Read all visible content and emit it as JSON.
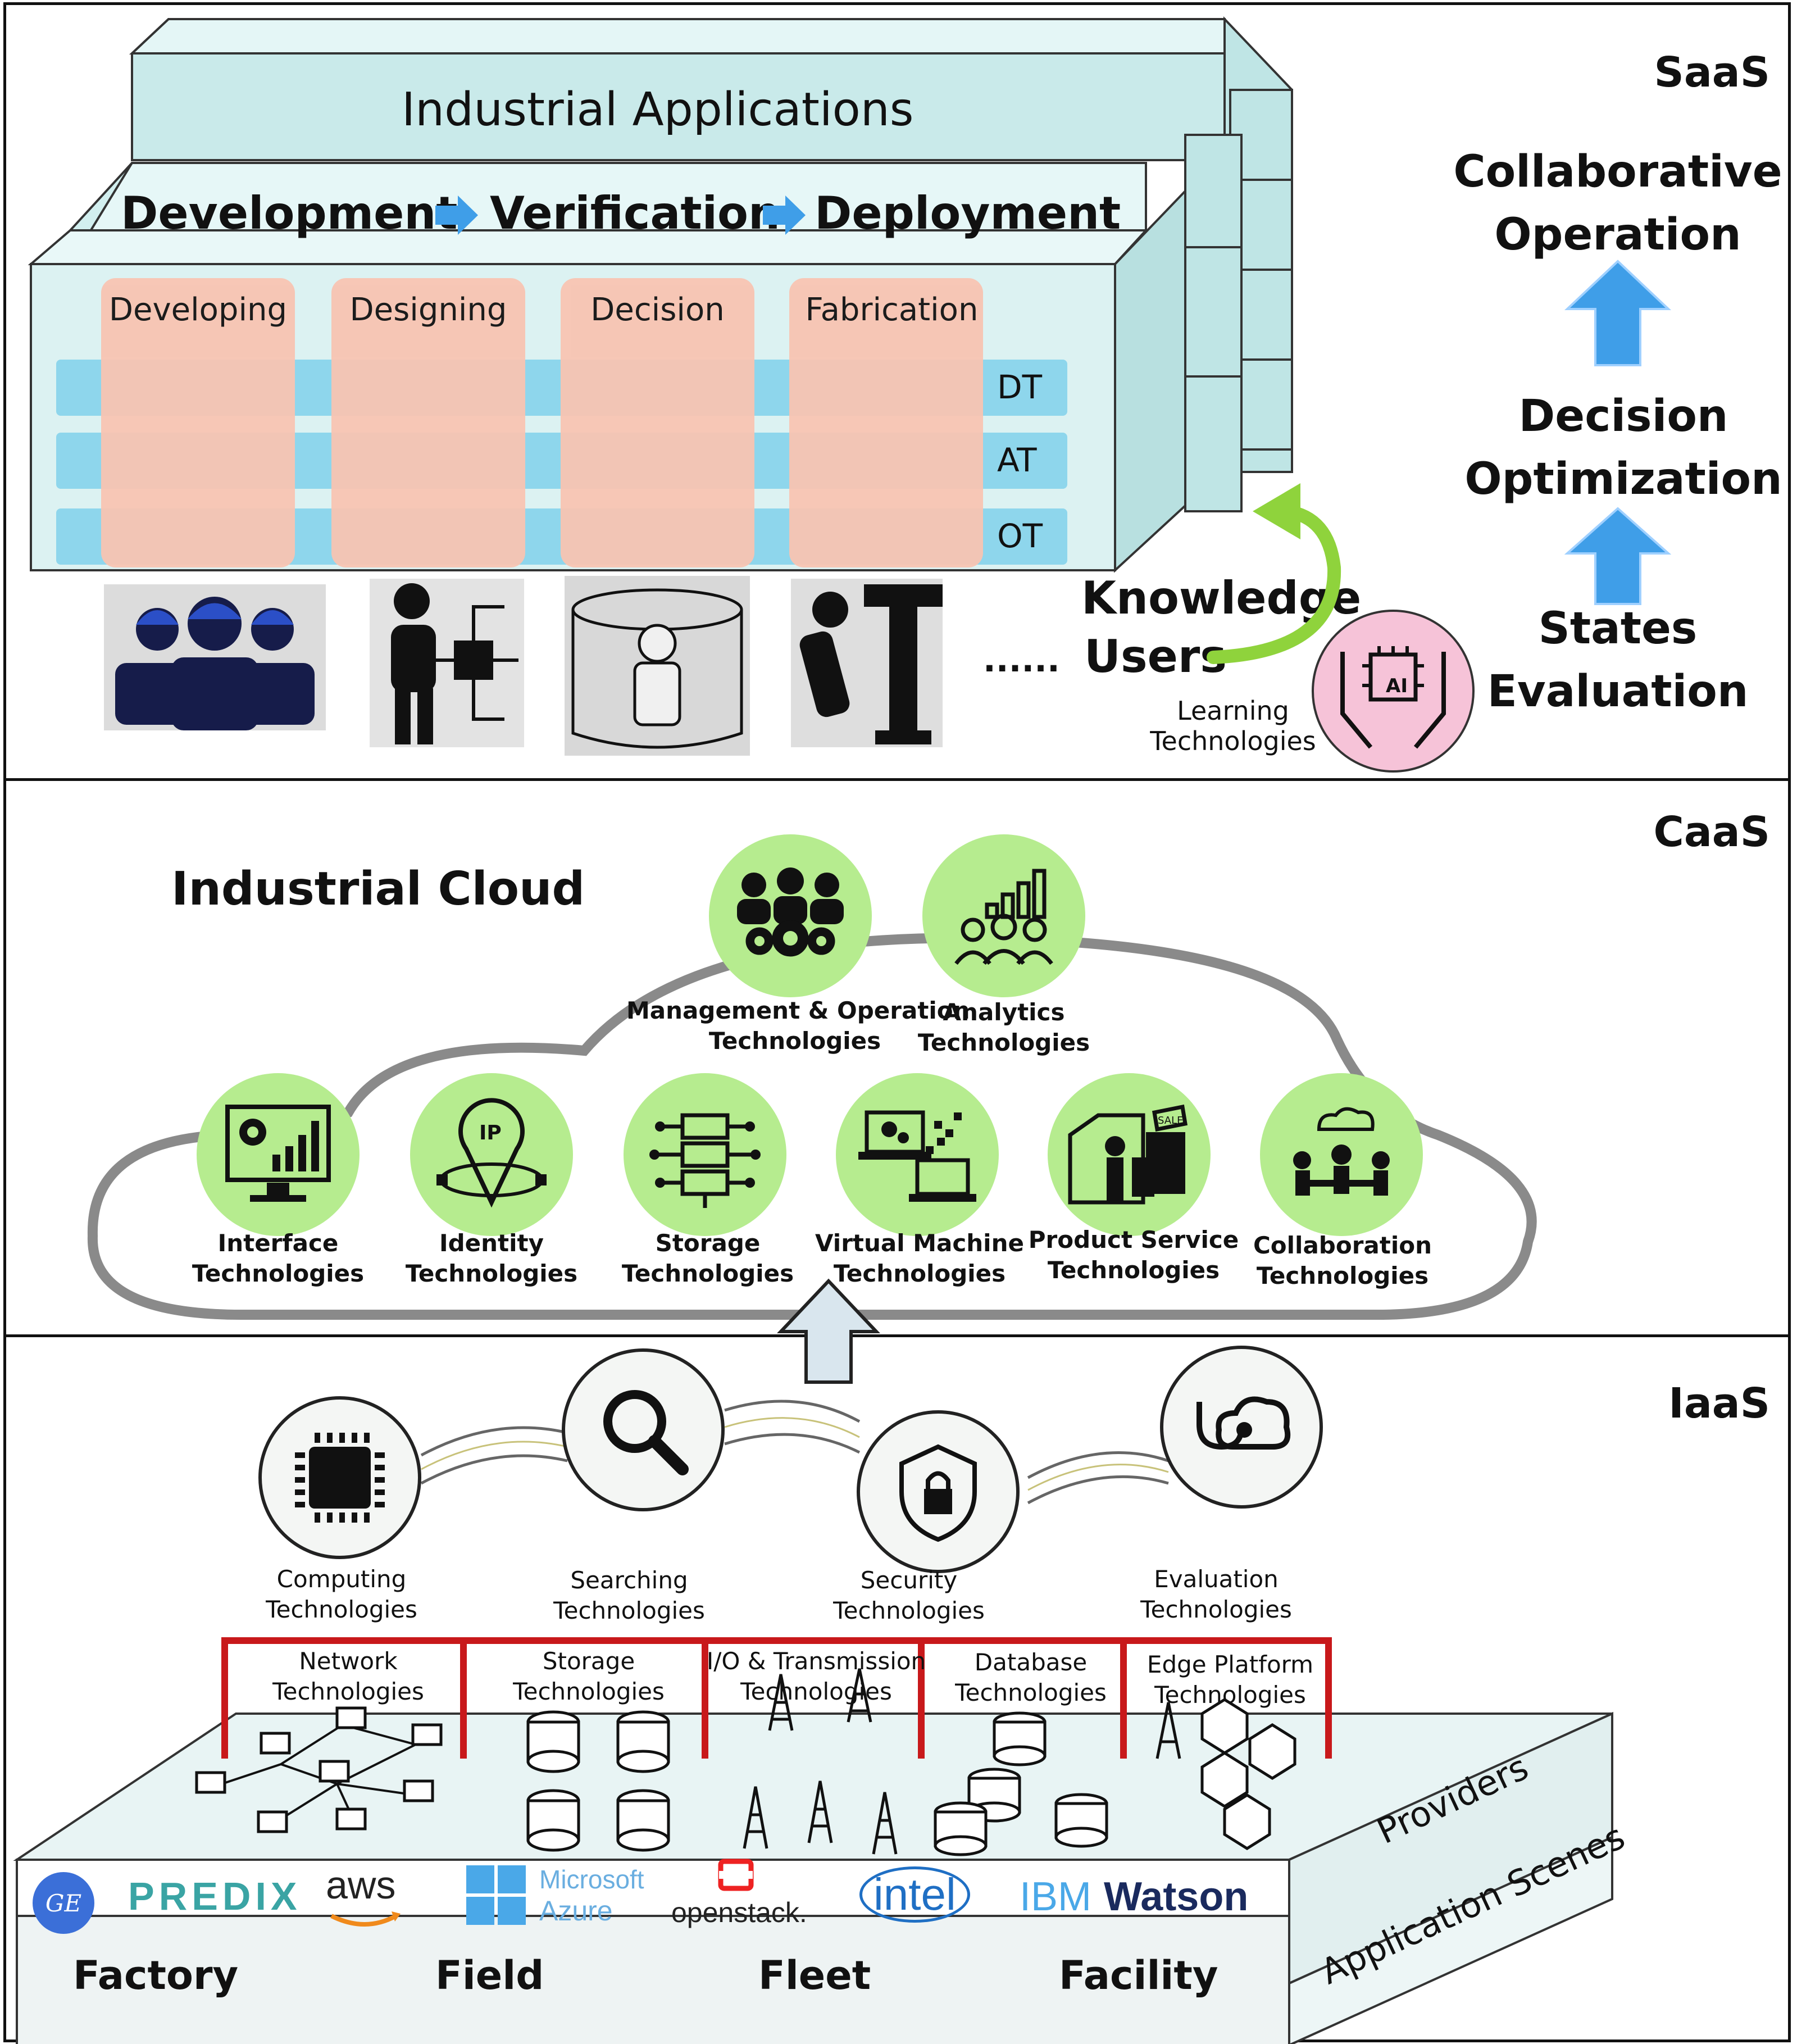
{
  "layers": {
    "saas": "SaaS",
    "caas": "CaaS",
    "iaas": "IaaS"
  },
  "saas": {
    "title": "Industrial Applications",
    "pipeline": [
      "Development",
      "Verification",
      "Deployment"
    ],
    "stages": [
      "Developing",
      "Designing",
      "Decision",
      "Fabrication"
    ],
    "rows": [
      "DT",
      "AT",
      "OT"
    ],
    "ellipsis": "......",
    "knowledge": "Knowledge",
    "users": "Users",
    "learning_line1": "Learning",
    "learning_line2": "Technologies",
    "ai_badge": "AI",
    "right_chain": [
      {
        "line1": "Collaborative",
        "line2": "Operation"
      },
      {
        "line1": "Decision",
        "line2": "Optimization"
      },
      {
        "line1": "States",
        "line2": "Evaluation"
      }
    ]
  },
  "caas": {
    "title": "Industrial Cloud",
    "top": [
      {
        "line1": "Management & Operation",
        "line2": "Technologies",
        "icon": "team-gears-icon"
      },
      {
        "line1": "Analytics",
        "line2": "Technologies",
        "icon": "analytics-people-icon"
      }
    ],
    "bottom": [
      {
        "line1": "Interface",
        "line2": "Technologies",
        "icon": "monitor-chart-icon"
      },
      {
        "line1": "Identity",
        "line2": "Technologies",
        "icon": "ip-pin-icon"
      },
      {
        "line1": "Storage",
        "line2": "Technologies",
        "icon": "server-icon"
      },
      {
        "line1": "Virtual Machine",
        "line2": "Technologies",
        "icon": "laptops-icon"
      },
      {
        "line1": "Product Service",
        "line2": "Technologies",
        "icon": "product-box-icon"
      },
      {
        "line1": "Collaboration",
        "line2": "Technologies",
        "icon": "meeting-icon"
      }
    ]
  },
  "iaas": {
    "circles": [
      {
        "line1": "Computing",
        "line2": "Technologies",
        "icon": "chip-icon"
      },
      {
        "line1": "Searching",
        "line2": "Technologies",
        "icon": "magnifier-icon"
      },
      {
        "line1": "Security",
        "line2": "Technologies",
        "icon": "shield-lock-icon"
      },
      {
        "line1": "Evaluation",
        "line2": "Technologies",
        "icon": "stethoscope-cloud-icon"
      }
    ],
    "bar": [
      {
        "line1": "Network",
        "line2": "Technologies"
      },
      {
        "line1": "Storage",
        "line2": "Technologies"
      },
      {
        "line1": "I/O & Transmission",
        "line2": "Technologies"
      },
      {
        "line1": "Database",
        "line2": "Technologies"
      },
      {
        "line1": "Edge Platform",
        "line2": "Technologies"
      }
    ],
    "providers_label": "Providers",
    "scenes_label": "Application Scenes",
    "logos": {
      "ge": "GE",
      "predix": "PREDIX",
      "aws": "aws",
      "azure1": "Microsoft",
      "azure2": "Azure",
      "openstack": "openstack.",
      "intel": "intel",
      "ibm": "IBM",
      "watson": "Watson"
    },
    "scenes": [
      "Factory",
      "Field",
      "Fleet",
      "Facility"
    ]
  },
  "colors": {
    "accent_blue": "#3f9ee8",
    "green_circle": "#b6ec8f",
    "stage": "#f8c4b2",
    "row": "#8ed6ec",
    "bar_red": "#c8191b",
    "arrow_green": "#8fd33c"
  }
}
